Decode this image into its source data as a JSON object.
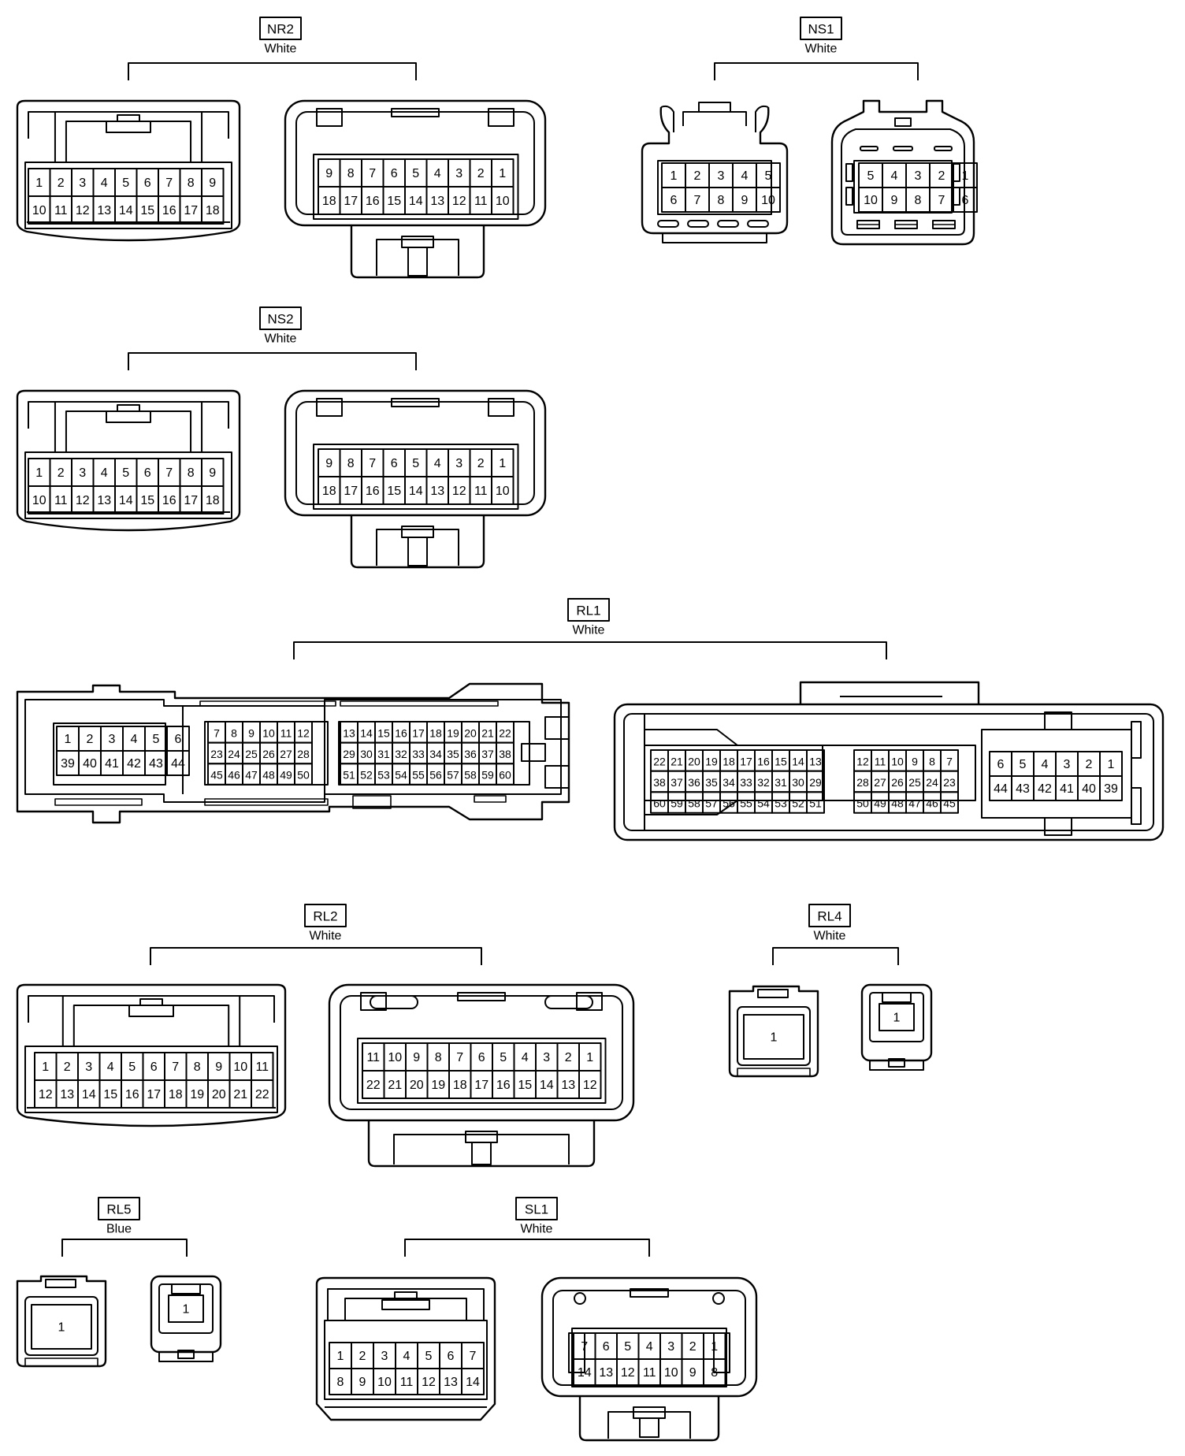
{
  "connectors": [
    {
      "id": "NR2",
      "color": "White"
    },
    {
      "id": "NS1",
      "color": "White"
    },
    {
      "id": "NS2",
      "color": "White"
    },
    {
      "id": "RL1",
      "color": "White"
    },
    {
      "id": "RL2",
      "color": "White"
    },
    {
      "id": "RL4",
      "color": "White"
    },
    {
      "id": "RL5",
      "color": "Blue"
    },
    {
      "id": "SL1",
      "color": "White"
    }
  ]
}
